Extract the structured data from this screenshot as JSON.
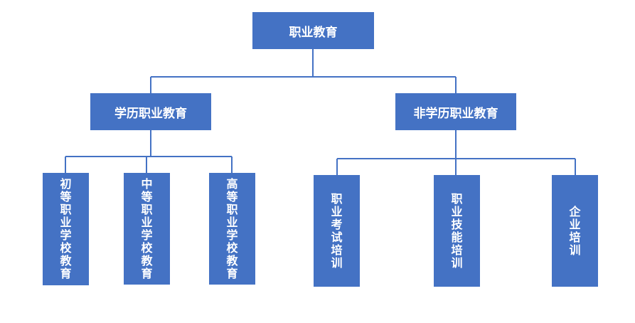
{
  "diagram": {
    "root": {
      "label": "职业教育"
    },
    "branches": [
      {
        "label": "学历职业教育",
        "children": [
          "初等职业学校教育",
          "中等职业学校教育",
          "高等职业学校教育"
        ]
      },
      {
        "label": "非学历职业教育",
        "children": [
          "职业考试培训",
          "职业技能培训",
          "企业培训"
        ]
      }
    ]
  },
  "colors": {
    "box_fill": "#4472c4",
    "connector": "#4472c4",
    "text": "#ffffff"
  }
}
